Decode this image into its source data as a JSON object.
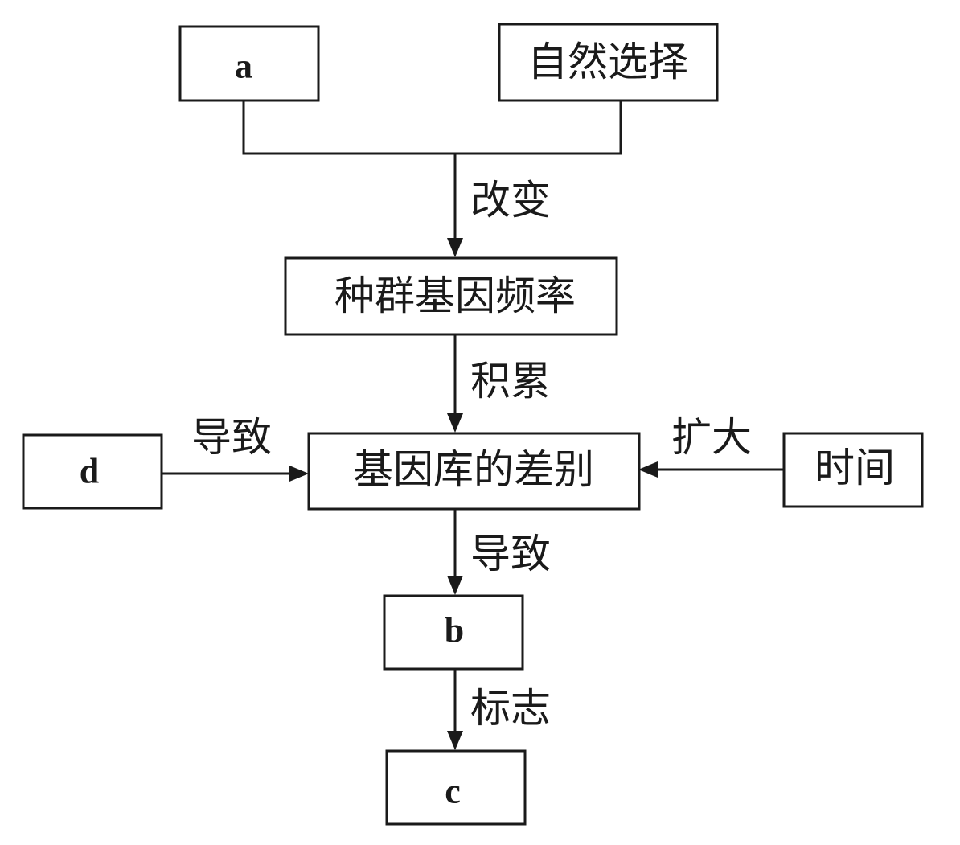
{
  "nodes": {
    "a": "a",
    "natural_selection": "自然选择",
    "gene_frequency": "种群基因频率",
    "gene_pool_difference": "基因库的差别",
    "d": "d",
    "time": "时间",
    "b": "b",
    "c": "c"
  },
  "edges": {
    "change": "改变",
    "accumulate": "积累",
    "lead_to_left": "导致",
    "expand": "扩大",
    "lead_to_down": "导致",
    "mark": "标志"
  }
}
